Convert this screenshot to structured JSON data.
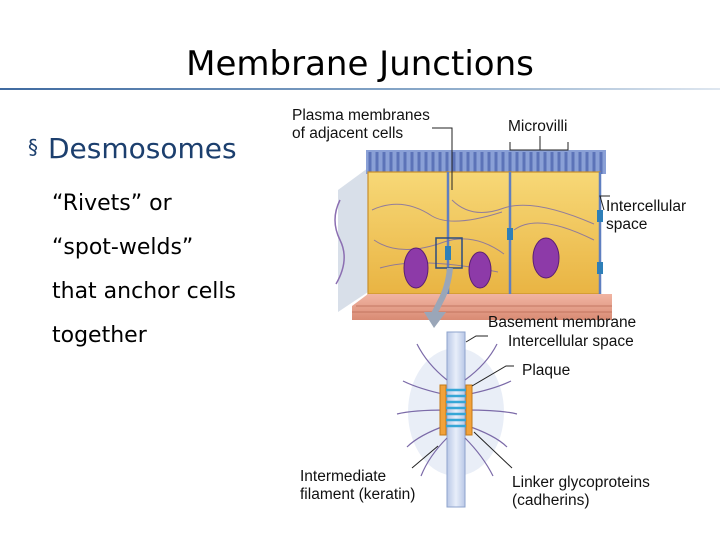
{
  "slide": {
    "title": "Membrane Junctions",
    "bullet": "Desmosomes",
    "bullet_symbol": "§",
    "body_lines": [
      "“Rivets” or",
      "“spot-welds”",
      "that anchor cells",
      "together"
    ]
  },
  "diagram": {
    "labels": {
      "plasma_membranes": "Plasma membranes\nof adjacent cells",
      "microvilli": "Microvilli",
      "intercellular_space_top": "Intercellular\nspace",
      "basement_membrane": "Basement membrane",
      "intercellular_space_bottom": "Intercellular space",
      "plaque": "Plaque",
      "intermediate_filament": "Intermediate\nfilament (keratin)",
      "linker_glycoproteins": "Linker glycoproteins\n(cadherins)"
    },
    "colors": {
      "title_blue": "#1c3f6e",
      "cell_fill": "#f3c65a",
      "nucleus": "#8d3aa8",
      "microvilli": "#6f86c8",
      "basement": "#e8a08c",
      "junction": "#6fc7e8",
      "plaque": "#f2a23a"
    }
  }
}
